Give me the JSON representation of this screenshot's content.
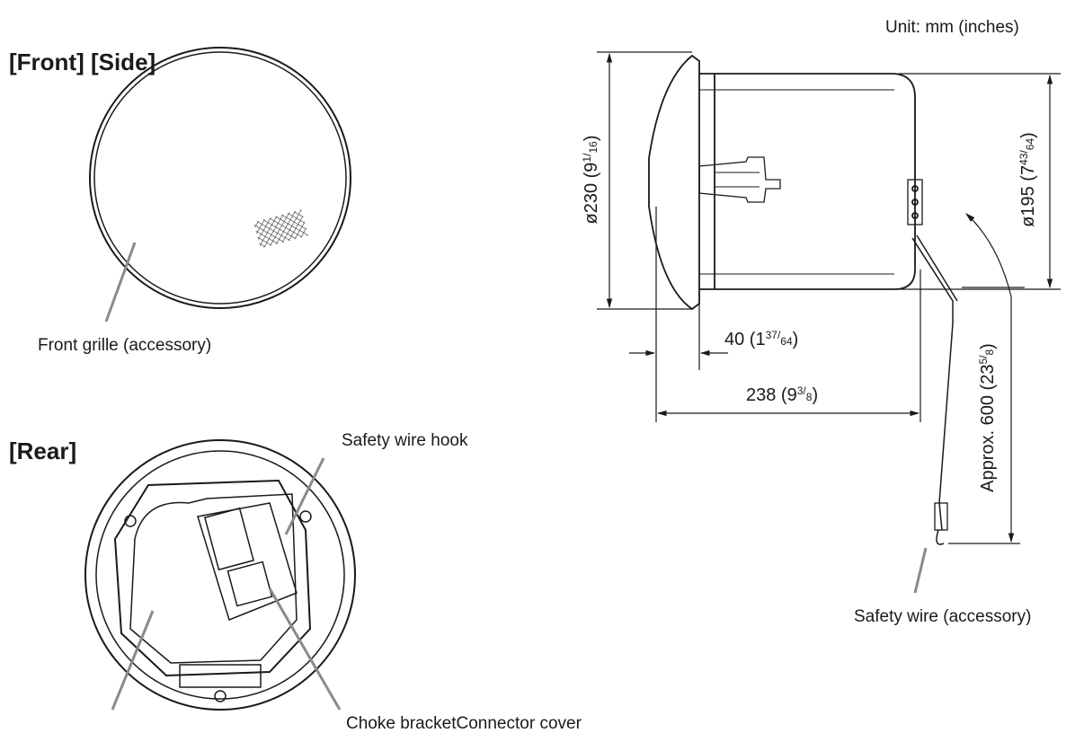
{
  "unit_note": "Unit: mm (inches)",
  "views": {
    "front_side": "[Front] [Side]",
    "rear": "[Rear]"
  },
  "callouts": {
    "front_grille": "Front grille (accessory)",
    "safety_wire_hook": "Safety wire hook",
    "choke_bracket_connector_cover": "Choke bracketConnector cover",
    "safety_wire": "Safety wire (accessory)"
  },
  "dimensions": {
    "d230": {
      "main": "ø230 (9",
      "num": "1",
      "den": "16",
      "close": ")"
    },
    "d195": {
      "main": "ø195 (7",
      "num": "43",
      "den": "64",
      "close": ")"
    },
    "d40": {
      "main": "40 (1",
      "num": "37",
      "den": "64",
      "close": ")"
    },
    "d238": {
      "main": "238 (9",
      "num": "3",
      "den": "8",
      "close": ")"
    },
    "d600": {
      "main": "Approx. 600 (23",
      "num": "5",
      "den": "8",
      "close": ")"
    }
  },
  "colors": {
    "line": "#1a1a1a",
    "leader": "#8a8a8a"
  }
}
